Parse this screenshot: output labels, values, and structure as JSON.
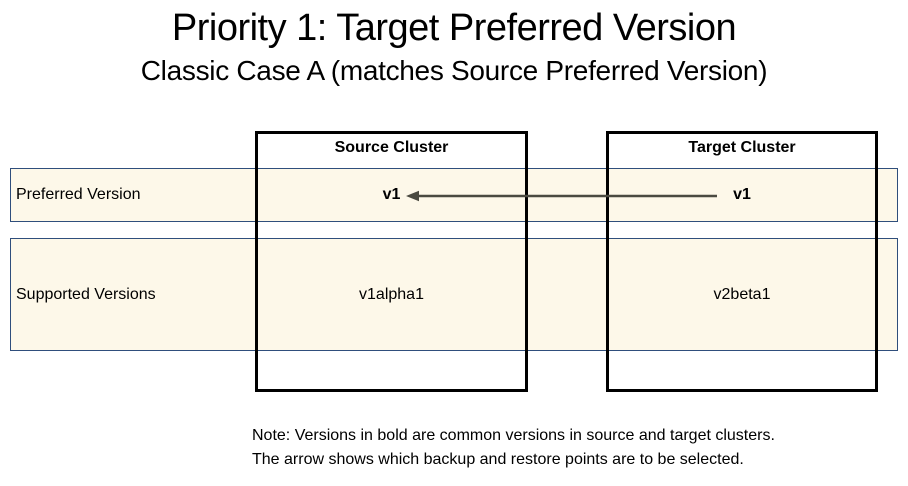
{
  "title": "Priority 1: Target Preferred Version",
  "subtitle": "Classic Case A (matches Source Preferred Version)",
  "clusters": {
    "source_header": "Source Cluster",
    "target_header": "Target Cluster"
  },
  "rows": {
    "preferred": {
      "label": "Preferred Version",
      "source_value": "v1",
      "target_value": "v1"
    },
    "supported": {
      "label": "Supported Versions",
      "source_value": "v1alpha1",
      "target_value": "v2beta1"
    }
  },
  "arrow": {
    "description": "arrow pointing from target cluster v1 to source cluster v1"
  },
  "note": {
    "line1": "Note: Versions in bold are common versions in source and target clusters.",
    "line2": "The arrow shows which backup and restore points are to be selected."
  },
  "colors": {
    "band_fill": "#fdf8e9",
    "band_border": "#2f4e7c",
    "box_border": "#000000",
    "arrow": "#4a4a40",
    "text": "#000000"
  }
}
